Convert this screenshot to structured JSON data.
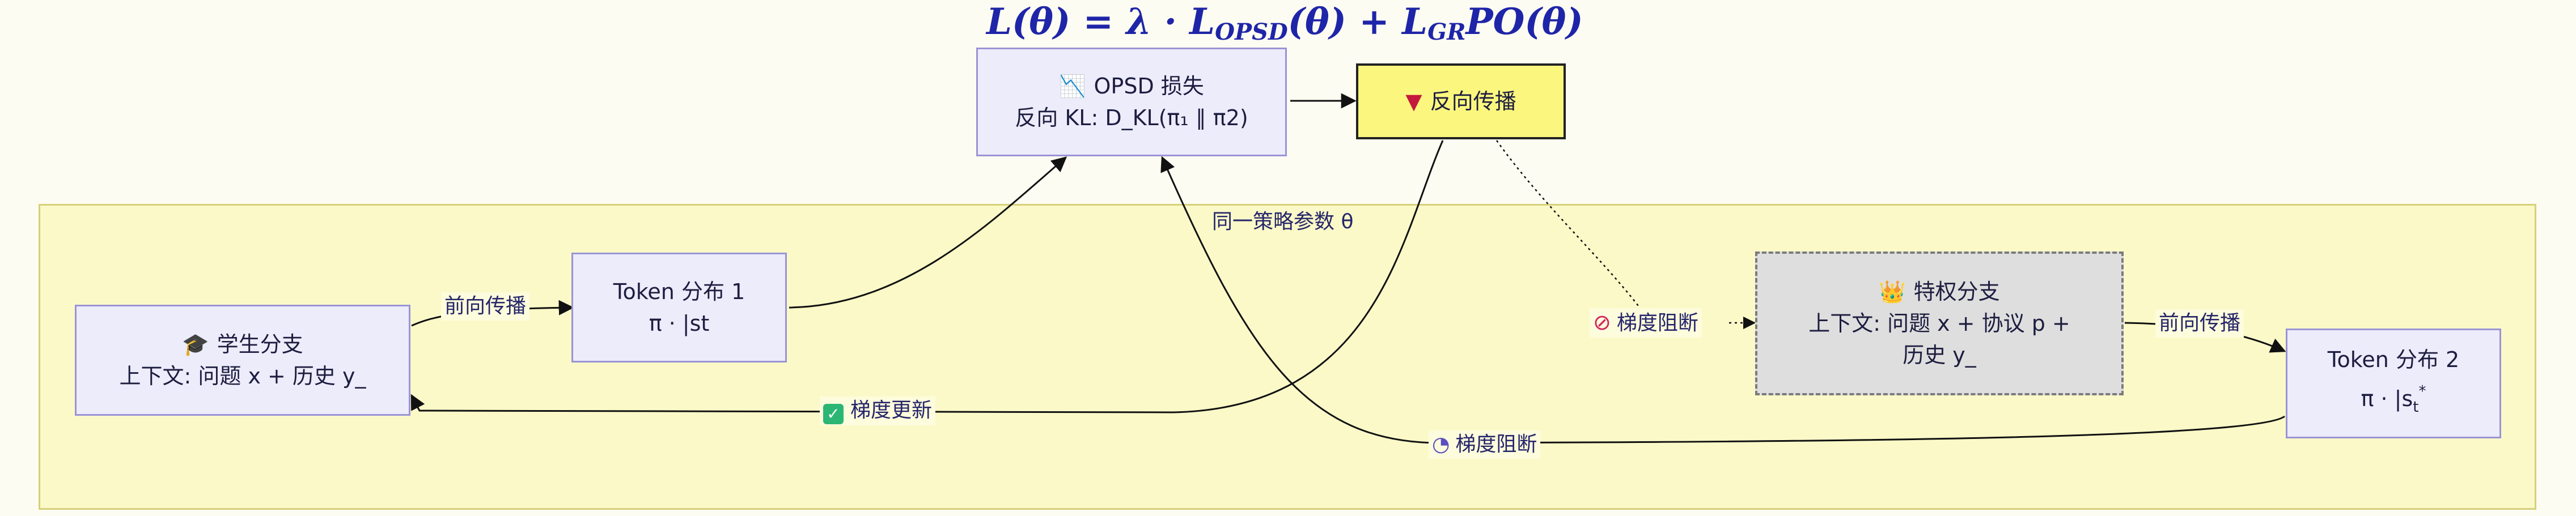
{
  "formula": {
    "main": "L(θ) = λ · L",
    "sub1": "OPSD",
    "mid": "(θ) + L",
    "sub2": "GR",
    "tail": "PO(θ)"
  },
  "group_label": "同一策略参数 θ",
  "nodes": {
    "opsd_loss": {
      "title": "OPSD 损失",
      "line2": "反向 KL: D_KL(π₁ ∥ π2)",
      "icon": "chart-icon"
    },
    "backprop": {
      "title": "反向传播",
      "icon": "down-triangle-icon"
    },
    "student": {
      "title": "学生分支",
      "line2": "上下文: 问题 x + 历史 y_",
      "icon": "graduation-cap-icon"
    },
    "token1": {
      "title": "Token 分布 1",
      "line2": "π · |st"
    },
    "privileged": {
      "title": "特权分支",
      "line2": "上下文: 问题 x + 协议 p +",
      "line3": "历史 y_",
      "icon": "crown-icon"
    },
    "token2": {
      "title": "Token 分布 2",
      "line2": "π · |s",
      "sub": "t",
      "sup": "*"
    }
  },
  "edges": {
    "forward1": "前向传播",
    "forward2": "前向传播",
    "grad_update": "梯度更新",
    "stop_grad1": "梯度阻断",
    "stop_grad2": "梯度阻断"
  },
  "colors": {
    "accent": "#1f25a8",
    "node_fill": "#ececfb",
    "node_border": "#9a94d6",
    "group_fill": "#fbf9c8",
    "highlight": "#fbf77e"
  }
}
